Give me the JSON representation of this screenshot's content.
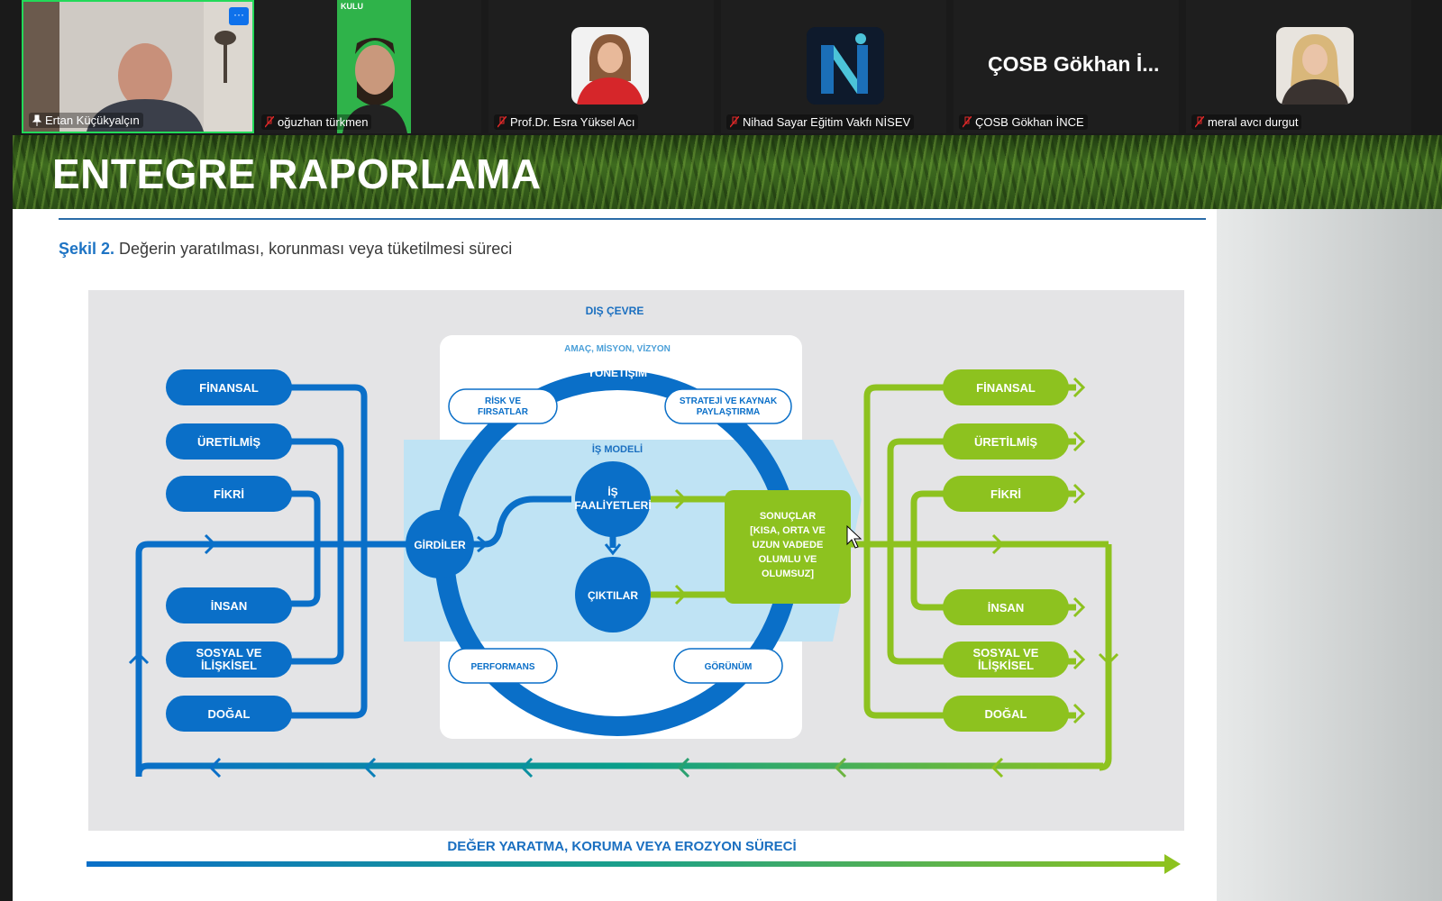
{
  "participants": [
    {
      "name": "Ertan Küçükyalçın",
      "speaking": true,
      "more_label": "···"
    },
    {
      "name": "oğuzhan türkmen",
      "video_caption": "KULU"
    },
    {
      "name": "Prof.Dr. Esra Yüksel Acı"
    },
    {
      "name": "Nihad Sayar Eğitim Vakfı NİSEV"
    },
    {
      "name": "ÇOSB Gökhan İNCE",
      "display_text": "ÇOSB  Gökhan  İ..."
    },
    {
      "name": "meral avcı durgut"
    }
  ],
  "slide": {
    "title": "ENTEGRE RAPORLAMA",
    "caption_prefix": "Şekil 2.",
    "caption_text": " Değerin yaratılması, korunması veya  tüketilmesi süreci"
  },
  "diagram": {
    "outer_label": "DIŞ ÇEVRE",
    "inner_label": "AMAÇ, MİSYON, VİZYON",
    "governance": "YÖNETİŞİM",
    "risk": [
      "RİSK VE",
      "FIRSATLAR"
    ],
    "strategy": [
      "STRATEJİ VE KAYNAK",
      "PAYLAŞTIRMA"
    ],
    "business_model": "İŞ MODELİ",
    "activities": [
      "İŞ",
      "FAALİYETLERİ"
    ],
    "inputs": "GİRDİLER",
    "outputs": "ÇIKTILAR",
    "outcomes": [
      "SONUÇLAR",
      "[KISA, ORTA VE",
      "UZUN VADEDE",
      "OLUMLU VE",
      "OLUMSUZ]"
    ],
    "performance": "PERFORMANS",
    "outlook": "GÖRÜNÜM",
    "capitals_left": [
      [
        "FİNANSAL"
      ],
      [
        "ÜRETİLMİŞ"
      ],
      [
        "FİKRİ"
      ],
      [
        "İNSAN"
      ],
      [
        "SOSYAL VE",
        "İLİŞKİSEL"
      ],
      [
        "DOĞAL"
      ]
    ],
    "capitals_right": [
      [
        "FİNANSAL"
      ],
      [
        "ÜRETİLMİŞ"
      ],
      [
        "FİKRİ"
      ],
      [
        "İNSAN"
      ],
      [
        "SOSYAL VE",
        "İLİŞKİSEL"
      ],
      [
        "DOĞAL"
      ]
    ],
    "process_label": "DEĞER YARATMA, KORUMA VEYA EROZYON SÜRECİ",
    "colors": {
      "blue": "#0a6fc8",
      "green": "#8dc21f",
      "light_blue": "#bfe3f4",
      "panel": "#e4e4e6"
    }
  }
}
